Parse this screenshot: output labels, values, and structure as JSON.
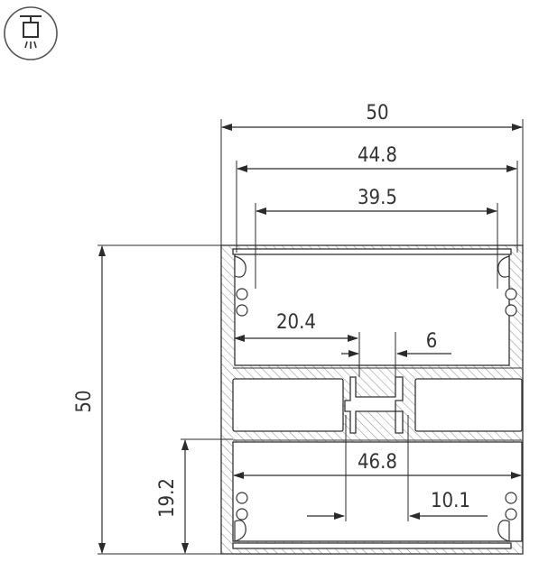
{
  "diagram": {
    "icon": "ceiling-mount-light-icon",
    "colors": {
      "line": "#2b2b2b",
      "text": "#333333",
      "hatch": "#9a9a9a"
    },
    "dimensions": {
      "overall_width": "50",
      "inner_width": "44.8",
      "opening_width": "39.5",
      "left_chamber_width": "20.4",
      "center_gap": "6",
      "inner_span": "46.8",
      "center_slot": "10.1",
      "overall_height": "50",
      "lower_height": "19.2"
    }
  }
}
